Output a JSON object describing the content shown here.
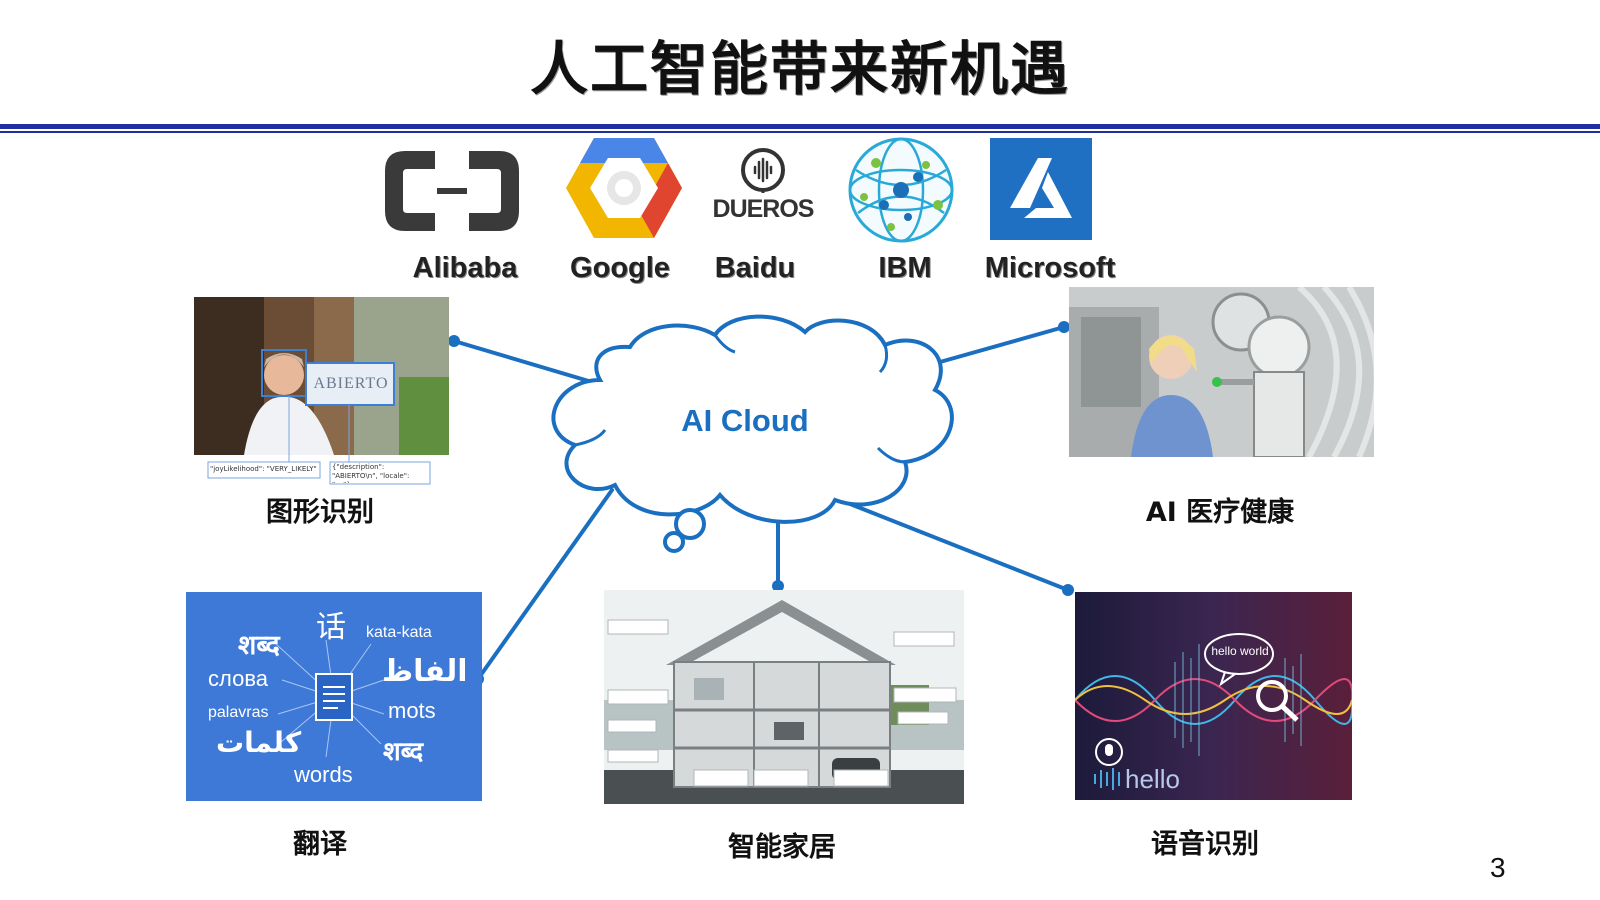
{
  "title": "人工智能带来新机遇",
  "vendors": [
    {
      "name": "Alibaba"
    },
    {
      "name": "Google"
    },
    {
      "name": "Baidu",
      "logo_text": "DUEROS"
    },
    {
      "name": "IBM"
    },
    {
      "name": "Microsoft"
    }
  ],
  "cloud": {
    "label": "AI Cloud"
  },
  "applications": {
    "image_recognition": {
      "label": "图形识别",
      "sign_text": "ABIERTO",
      "annotation_left": "\"joyLikelihood\": \"VERY_LIKELY\"",
      "annotation_right": "{\"description\": \"ABIERTO\\n\", \"locale\": \"es\"}"
    },
    "medical": {
      "label": "AI 医疗健康"
    },
    "translation": {
      "label": "翻译",
      "words": [
        "शब्द",
        "话",
        "kata-kata",
        "слова",
        "الفاظ",
        "palavras",
        "mots",
        "كلمات",
        "शब्द",
        "words"
      ]
    },
    "smart_home": {
      "label": "智能家居"
    },
    "speech": {
      "label": "语音识别",
      "bubble_text": "hello world",
      "wave_text": "hello"
    }
  },
  "page_number": "3",
  "colors": {
    "accent_blue": "#1b6fc1",
    "rule_blue": "#1f2ea0",
    "azure": "#1f6fc3",
    "translate_bg": "#3e79d8"
  }
}
